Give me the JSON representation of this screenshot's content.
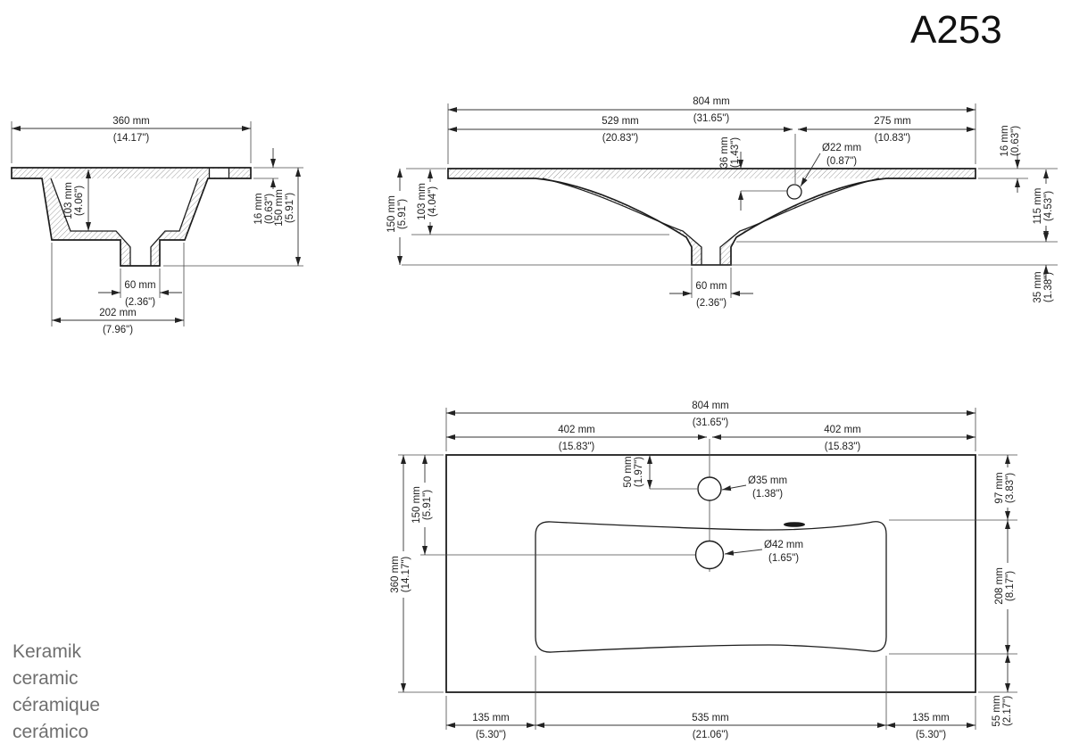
{
  "title": "A253",
  "materials": {
    "de": "Keramik",
    "en": "ceramic",
    "fr": "céramique",
    "es": "cerámico"
  },
  "side_view": {
    "width_mm": "360 mm",
    "width_in": "(14.17\")",
    "depth_mm": "103 mm",
    "depth_in": "(4.06\")",
    "rim_mm": "16 mm",
    "rim_in": "(0.63\")",
    "height_mm": "150 mm",
    "height_in": "(5.91\")",
    "drain_mm": "60 mm",
    "drain_in": "(2.36\")",
    "base_mm": "202 mm",
    "base_in": "(7.96\")"
  },
  "front_view": {
    "width_mm": "804 mm",
    "width_in": "(31.65\")",
    "overflow_x_mm": "529 mm",
    "overflow_x_in": "(20.83\")",
    "overflow_right_mm": "275 mm",
    "overflow_right_in": "(10.83\")",
    "overflow_y_mm": "36 mm",
    "overflow_y_in": "(1.43\")",
    "overflow_dia_mm": "Ø22 mm",
    "overflow_dia_in": "(0.87\")",
    "rim_mm": "16 mm",
    "rim_in": "(0.63\")",
    "depth_mm": "103 mm",
    "depth_in": "(4.04\")",
    "height_mm": "150 mm",
    "height_in": "(5.91\")",
    "inner_height_mm": "115 mm",
    "inner_height_in": "(4.53\")",
    "base_mm": "35 mm",
    "base_in": "(1.38\")",
    "drain_mm": "60 mm",
    "drain_in": "(2.36\")"
  },
  "top_view": {
    "width_mm": "804 mm",
    "width_in": "(31.65\")",
    "half_left_mm": "402 mm",
    "half_left_in": "(15.83\")",
    "half_right_mm": "402 mm",
    "half_right_in": "(15.83\")",
    "faucet_offset_mm": "50 mm",
    "faucet_offset_in": "(1.97\")",
    "faucet_dia_mm": "Ø35 mm",
    "faucet_dia_in": "(1.38\")",
    "drain_dia_mm": "Ø42 mm",
    "drain_dia_in": "(1.65\")",
    "depth_mm": "360 mm",
    "depth_in": "(14.17\")",
    "drain_offset_mm": "150 mm",
    "drain_offset_in": "(5.91\")",
    "top_margin_mm": "97 mm",
    "top_margin_in": "(3.83\")",
    "basin_length_mm": "208 mm",
    "basin_length_in": "(8.17\")",
    "bottom_margin_mm": "55 mm",
    "bottom_margin_in": "(2.17\")",
    "left_margin_mm": "135 mm",
    "left_margin_in": "(5.30\")",
    "basin_width_mm": "535 mm",
    "basin_width_in": "(21.06\")",
    "right_margin_mm": "135 mm",
    "right_margin_in": "(5.30\")"
  },
  "colors": {
    "line": "#1d1d1d",
    "dimension_line": "#333333",
    "text": "#222222",
    "material_text": "#6f6f6f",
    "background": "#ffffff"
  }
}
